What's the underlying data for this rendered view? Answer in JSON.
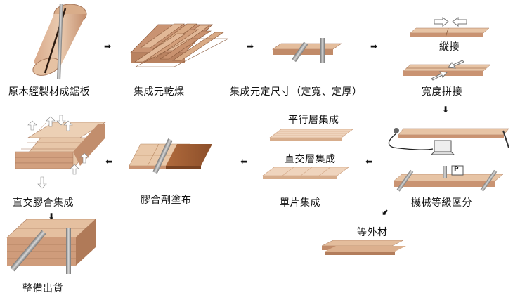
{
  "steps": {
    "sawing": "原木經製材成鋸板",
    "drying": "集成元乾燥",
    "sizing": "集成元定尺寸（定寬、定厚）",
    "finger_joint": "縱接",
    "edge_glue": "寬度拼接",
    "grading": "機械等級區分",
    "off_grade": "等外材",
    "parallel": "平行層集成",
    "cross": "直交層集成",
    "single_layer": "單片集成",
    "adhesive": "膠合劑塗布",
    "cross_press": "直交膠合集成",
    "finish": "整備出貨"
  },
  "grading_marker": "P",
  "colors": {
    "wood_light": "#e7c3a3",
    "wood_mid": "#c99372",
    "wood_dark": "#8a5a3c",
    "glue": "#9c5a30",
    "steel": "#9a9a9a"
  }
}
